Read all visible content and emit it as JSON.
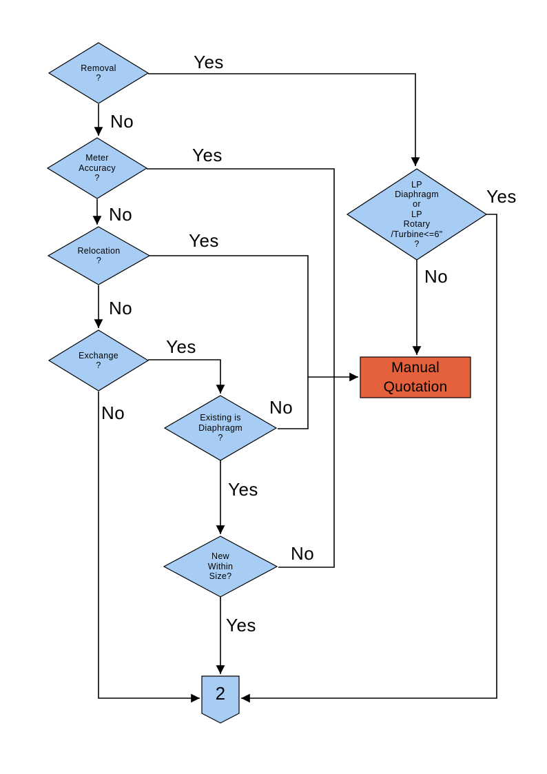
{
  "diagram": {
    "type": "flowchart",
    "colors": {
      "decision_fill": "#A7CDF4",
      "process_fill": "#E4613C",
      "stroke": "#000000",
      "background": "#FFFFFF"
    },
    "nodes": {
      "removal": {
        "shape": "decision-diamond",
        "label": "Removal\n?"
      },
      "meter_accuracy": {
        "shape": "decision-diamond",
        "label": "Meter\nAccuracy\n?"
      },
      "relocation": {
        "shape": "decision-diamond",
        "label": "Relocation\n?"
      },
      "exchange": {
        "shape": "decision-diamond",
        "label": "Exchange\n?"
      },
      "existing_diaphragm": {
        "shape": "decision-diamond",
        "label": "Existing is\nDiaphragm\n?"
      },
      "new_within_size": {
        "shape": "decision-diamond",
        "label": "New\nWithin\nSize?"
      },
      "lp_meter": {
        "shape": "decision-diamond",
        "label": "LP\nDiaphragm\nor\nLP\nRotary\n/Turbine<=6\"\n?"
      },
      "manual_quotation": {
        "shape": "process-rectangle",
        "label": "Manual\nQuotation"
      },
      "offpage_connector": {
        "shape": "offpage-connector",
        "label": "2"
      }
    },
    "edge_labels": {
      "removal_yes": "Yes",
      "removal_no": "No",
      "meter_yes": "Yes",
      "meter_no": "No",
      "relocation_yes": "Yes",
      "relocation_no": "No",
      "exchange_yes": "Yes",
      "exchange_no": "No",
      "existing_yes": "Yes",
      "existing_no": "No",
      "new_yes": "Yes",
      "new_no": "No",
      "lp_yes": "Yes",
      "lp_no": "No"
    }
  }
}
